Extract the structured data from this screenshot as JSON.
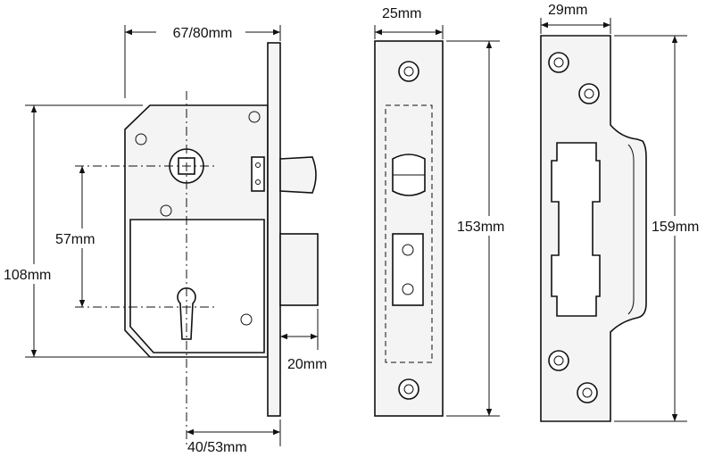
{
  "dimensions": {
    "lock_width": "67/80mm",
    "lock_height": "108mm",
    "follower_to_keyhole": "57mm",
    "bolt_throw": "20mm",
    "backset": "40/53mm",
    "forend_width": "25mm",
    "forend_height": "153mm",
    "strike_width": "29mm",
    "strike_height": "159mm"
  }
}
